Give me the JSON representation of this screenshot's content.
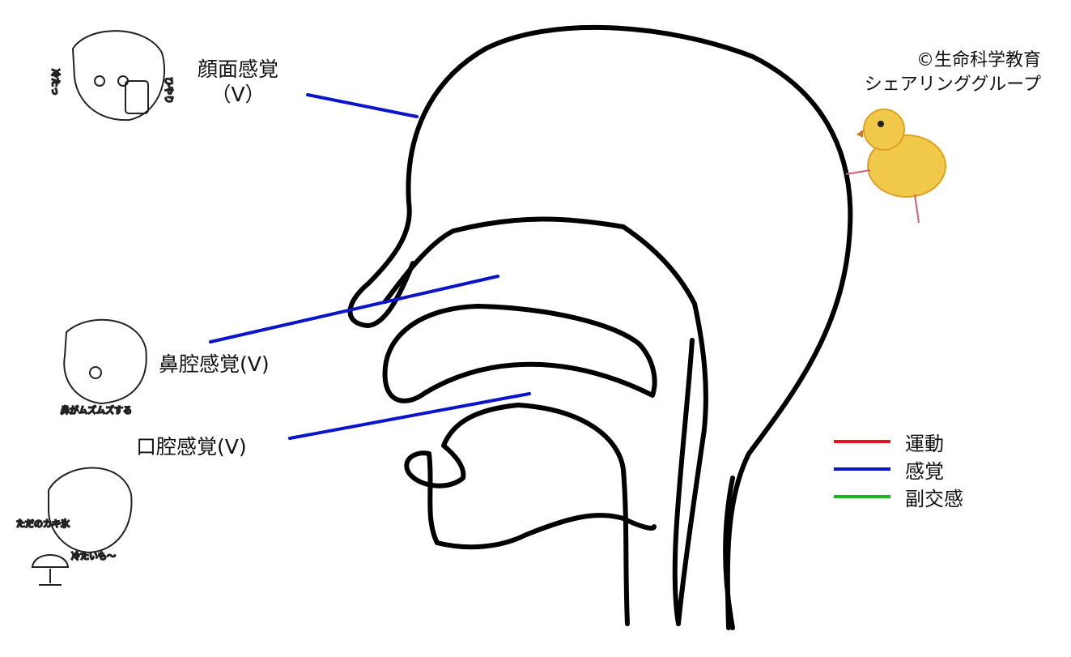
{
  "labels": {
    "face_line1": "顔面感覚",
    "face_line2": "（Ⅴ）",
    "nasal": "鼻腔感覚(Ⅴ)",
    "oral": "口腔感覚(Ⅴ)"
  },
  "copyright": {
    "line1": "©生命科学教育",
    "line2": "シェアリンググループ"
  },
  "legend": [
    {
      "label": "運動",
      "color": "#e8141c"
    },
    {
      "label": "感覚",
      "color": "#0a14c8"
    },
    {
      "label": "副交感",
      "color": "#19b41e"
    }
  ],
  "notes": {
    "face_left": "冷たっ",
    "face_right": "ひやり",
    "nasal_caption": "鼻がムズムズする",
    "oral_left": "ただのカキ氷",
    "oral_right": "冷たいも〜"
  },
  "colors": {
    "sensory_line": "#0a14c8",
    "outline": "#000000",
    "chick_body": "#f0c84a",
    "chick_stroke": "#e0a020"
  }
}
